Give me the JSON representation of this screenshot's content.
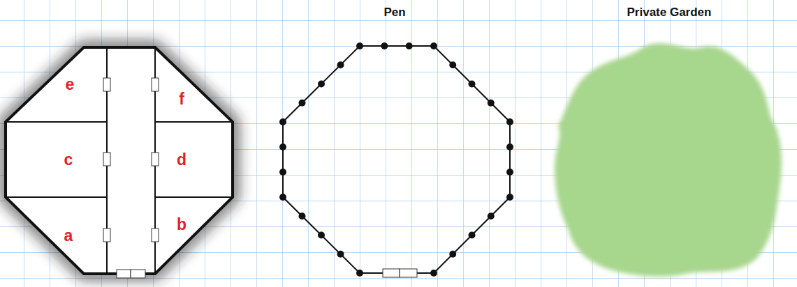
{
  "diagram": {
    "nodes": [
      {
        "text": [
          "Pen"
        ]
      },
      {
        "text": [
          "Private Garden"
        ]
      }
    ],
    "labels": [
      "e",
      "f",
      "c",
      "d",
      "a",
      "b"
    ]
  }
}
